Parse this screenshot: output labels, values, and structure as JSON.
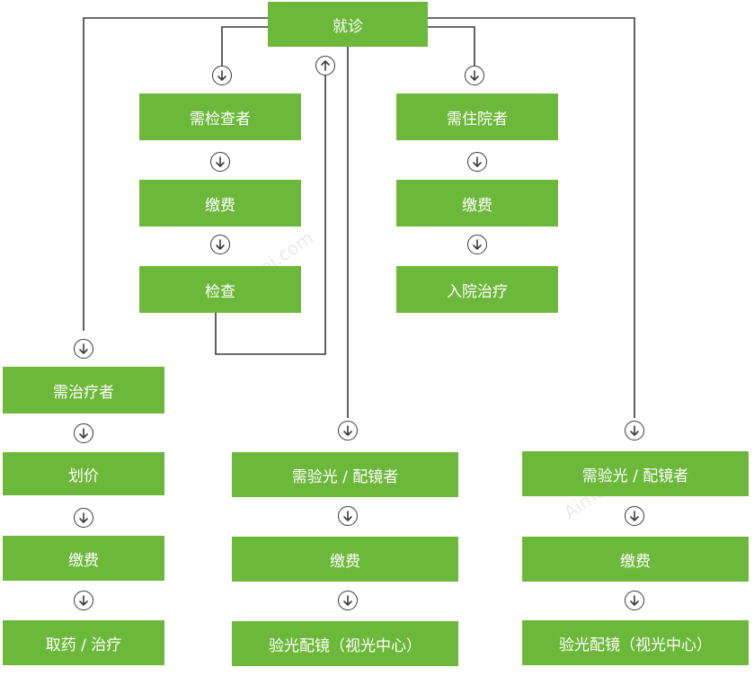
{
  "colors": {
    "box": "#6cb83a",
    "line": "#3a3a3a",
    "text": "#ffffff"
  },
  "nodes": {
    "visit": "就诊",
    "exam_needed": "需检查者",
    "exam_pay": "缴费",
    "exam": "检查",
    "inpatient_needed": "需住院者",
    "inpatient_pay": "缴费",
    "admission": "入院治疗",
    "treat_needed": "需治疗者",
    "pricing": "划价",
    "treat_pay": "缴费",
    "medicine": "取药 / 治疗",
    "optometry_needed_1": "需验光 / 配镜者",
    "optometry_pay_1": "缴费",
    "optometry_1": "验光配镜（视光中心）",
    "optometry_needed_2": "需验光 / 配镜者",
    "optometry_pay_2": "缴费",
    "optometry_2": "验光配镜（视光中心）"
  },
  "icons": {
    "down": "arrow-down-circle-icon",
    "up": "arrow-up-circle-icon"
  }
}
